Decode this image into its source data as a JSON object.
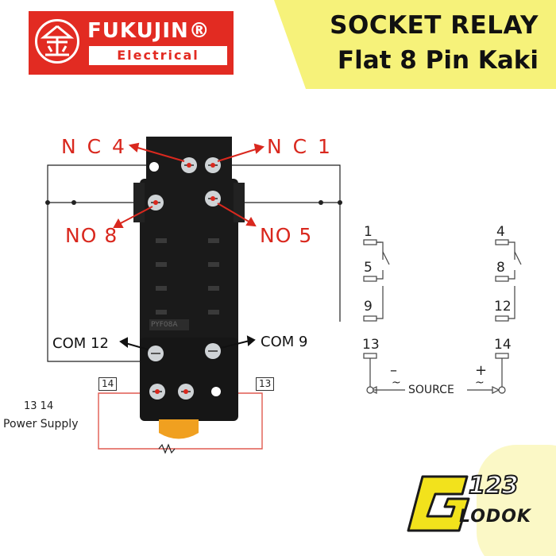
{
  "brand": {
    "name": "FUKUJIN®",
    "subtitle": "Electrical",
    "logo_icon": "fukujin-gold-kanji-icon",
    "color": "#e22b22"
  },
  "title": {
    "line1": "SOCKET RELAY",
    "line2": "Flat 8 Pin Kaki"
  },
  "socket_labels": {
    "nc4": "N C 4",
    "nc1": "N C 1",
    "no8": "NO 8",
    "no5": "NO 5",
    "com12": "COM 12",
    "com9": "COM 9",
    "model": "PYF08A"
  },
  "coil_terminals": {
    "t14": "14",
    "t13": "13"
  },
  "power_supply": {
    "pins": "13  14",
    "label": "Power Supply"
  },
  "schematic": {
    "left_pins": [
      "1",
      "5",
      "9",
      "13"
    ],
    "right_pins": [
      "4",
      "8",
      "12",
      "14"
    ],
    "minus": "–",
    "plus": "+",
    "tilde": "~",
    "source": "SOURCE"
  },
  "watermark": {
    "numbers": "123",
    "text": "LODOK"
  },
  "colors": {
    "accent_red": "#d9281e",
    "banner_yellow": "#f6f27a",
    "socket_black": "#1a1a1a"
  }
}
